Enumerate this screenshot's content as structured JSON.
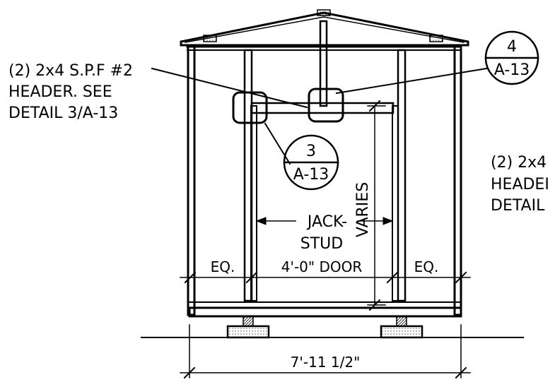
{
  "callouts": {
    "left_header_note": [
      "(2) 2x4 S.P.F #2",
      "HEADER. SEE",
      "DETAIL 3/A-13"
    ],
    "right_header_note": [
      "(2) 2x4",
      "HEADEI",
      "DETAIL"
    ]
  },
  "detail_bubbles": [
    {
      "number": "3",
      "sheet": "A-13"
    },
    {
      "number": "4",
      "sheet": "A-13"
    }
  ],
  "labels": {
    "jack_stud_line1": "JACK-",
    "jack_stud_line2": "STUD",
    "varies": "VARIES"
  },
  "dimensions": {
    "left_side": "EQ.",
    "door": "4'-0\" DOOR",
    "right_side": "EQ.",
    "overall_width": "7'-11 1/2\""
  }
}
